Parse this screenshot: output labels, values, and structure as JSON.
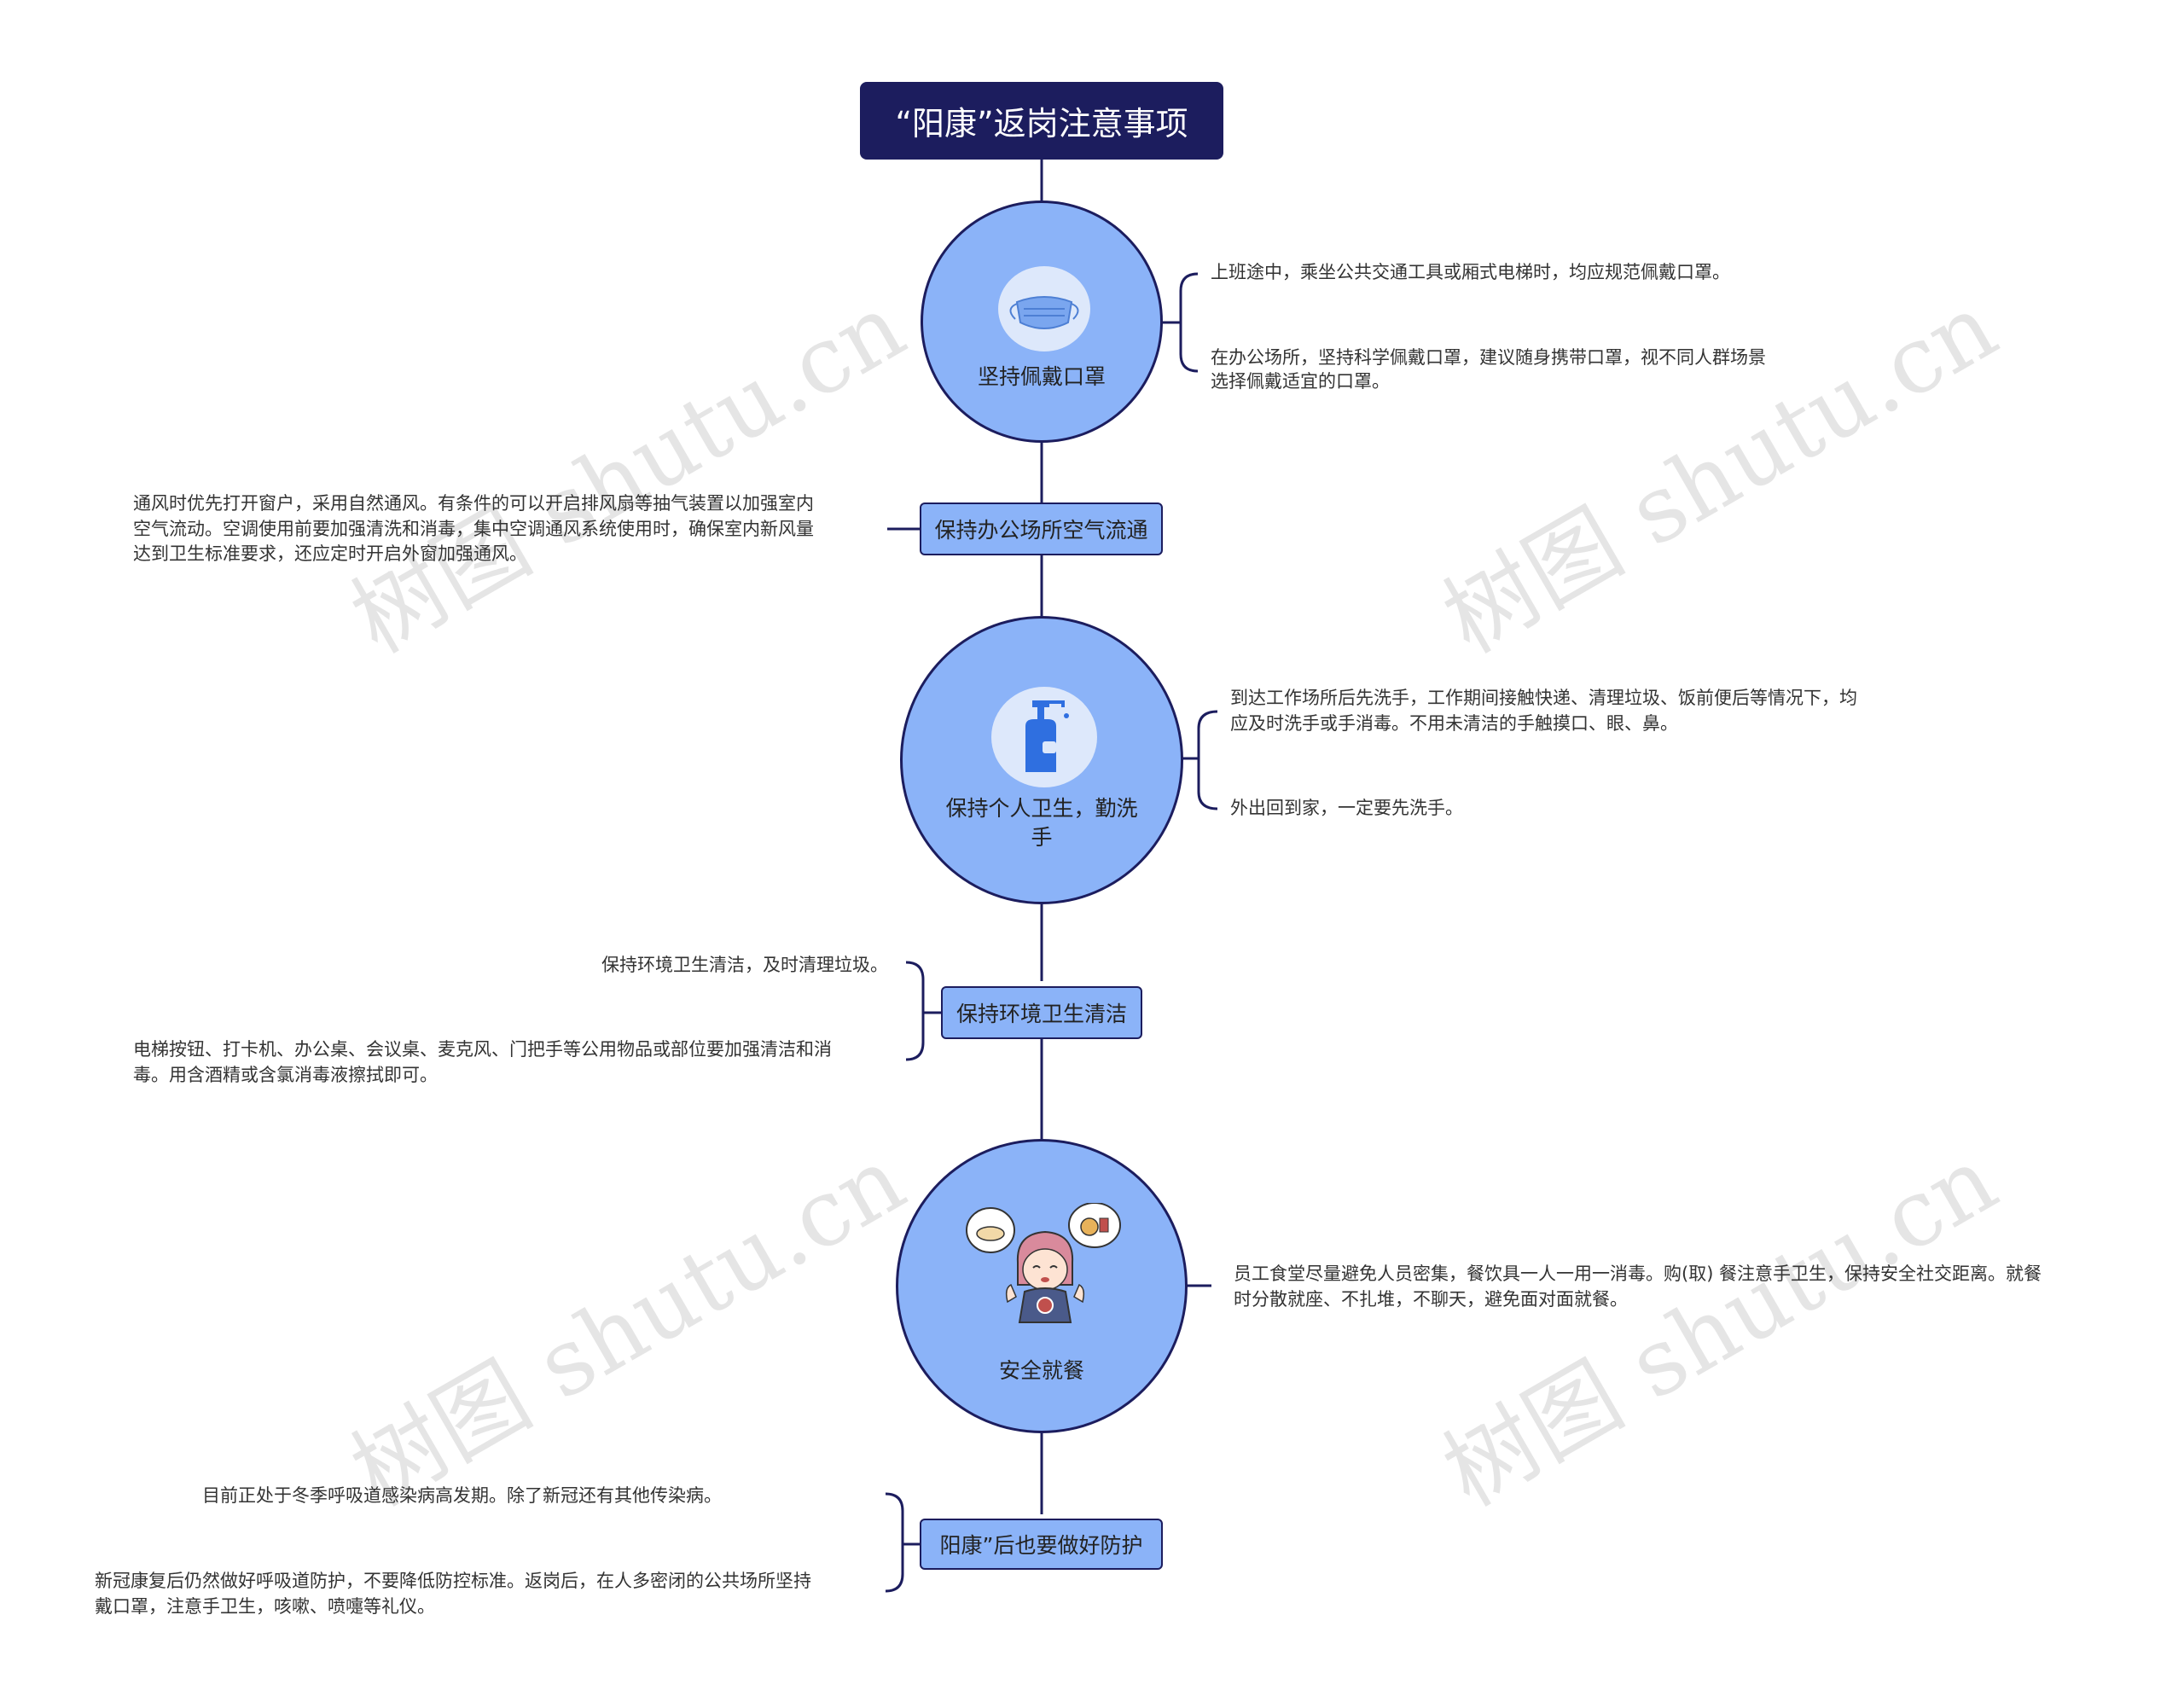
{
  "title": "“阳康”返岗注意事项",
  "watermark": "树图 shutu.cn",
  "colors": {
    "node_fill": "#8bb3f8",
    "border": "#1c1d5e",
    "title_bg": "#1c1d5e",
    "icon_bg": "#dde8fb"
  },
  "branches": [
    {
      "label": "坚持佩戴口罩",
      "icon": "face-mask-icon",
      "details": [
        "上班途中，乘坐公共交通工具或厢式电梯时，均应规范佩戴口罩。",
        "在办公场所，坚持科学佩戴口罩，建议随身携带口罩，视不同人群场景",
        "选择佩戴适宜的口罩。"
      ]
    },
    {
      "label": "保持办公场所空气流通",
      "details": [
        "通风时优先打开窗户，采用自然通风。有条件的可以开启排风扇等抽气装置以加强室内",
        "空气流动。空调使用前要加强清洗和消毒，集中空调通风系统使用时，确保室内新风量",
        "达到卫生标准要求，还应定时开启外窗加强通风。"
      ]
    },
    {
      "label_lines": [
        "保持个人卫生，勤洗",
        "手"
      ],
      "icon": "hand-sanitizer-icon",
      "details": [
        "到达工作场所后先洗手，工作期间接触快递、清理垃圾、饭前便后等情况下，均",
        "应及时洗手或手消毒。不用未清洁的手触摸口、眼、鼻。",
        "外出回到家，一定要先洗手。"
      ]
    },
    {
      "label": "保持环境卫生清洁",
      "details": [
        "保持环境卫生清洁，及时清理垃圾。",
        "电梯按钮、打卡机、办公桌、会议桌、麦克风、门把手等公用物品或部位要加强清洁和消",
        "毒。用含酒精或含氯消毒液擦拭即可。"
      ]
    },
    {
      "label": "安全就餐",
      "icon": "girl-eating-illustration",
      "details": [
        "员工食堂尽量避免人员密集，餐饮具一人一用一消毒。购(取) 餐注意手卫生，保持安全社交距离。就餐",
        "时分散就座、不扎堆，不聊天，避免面对面就餐。"
      ]
    },
    {
      "label": "阳康”后也要做好防护",
      "details": [
        "目前正处于冬季呼吸道感染病高发期。除了新冠还有其他传染病。",
        "新冠康复后仍然做好呼吸道防护，不要降低防控标准。返岗后，在人多密闭的公共场所坚持",
        "戴口罩，注意手卫生，咳嗽、喷嚏等礼仪。"
      ]
    }
  ]
}
